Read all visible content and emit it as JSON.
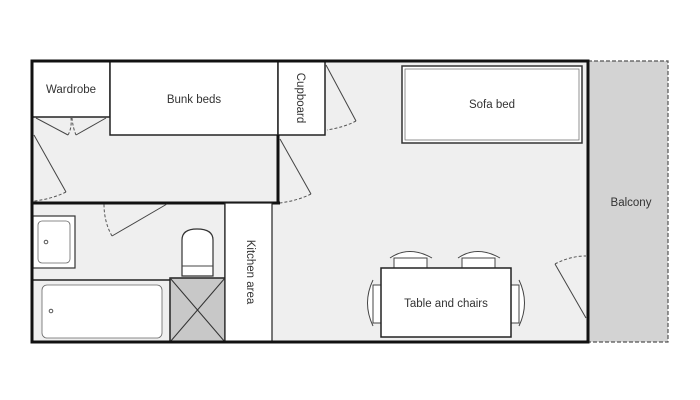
{
  "labels": {
    "wardrobe": "Wardrobe",
    "bunk_beds": "Bunk beds",
    "cupboard": "Cupboard",
    "sofa_bed": "Sofa bed",
    "balcony": "Balcony",
    "kitchen_area": "Kitchen area",
    "table_and_chairs": "Table and chairs"
  },
  "colors": {
    "floor": "#efefef",
    "balcony": "#d3d3d3",
    "shower": "#c8c8c8",
    "wall": "#111111"
  }
}
